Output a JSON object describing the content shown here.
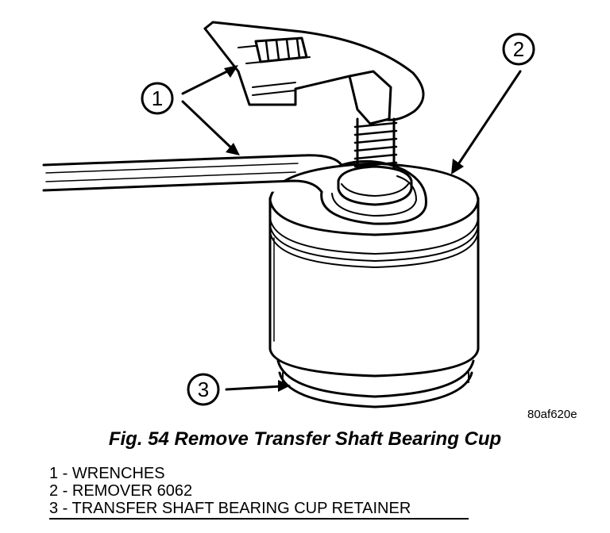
{
  "figure": {
    "image_id": "80af620e",
    "caption": "Fig. 54 Remove Transfer Shaft Bearing Cup",
    "callouts": [
      "1",
      "2",
      "3"
    ]
  },
  "legend": [
    "1 - WRENCHES",
    "2 - REMOVER 6062",
    "3 - TRANSFER SHAFT BEARING CUP RETAINER"
  ]
}
